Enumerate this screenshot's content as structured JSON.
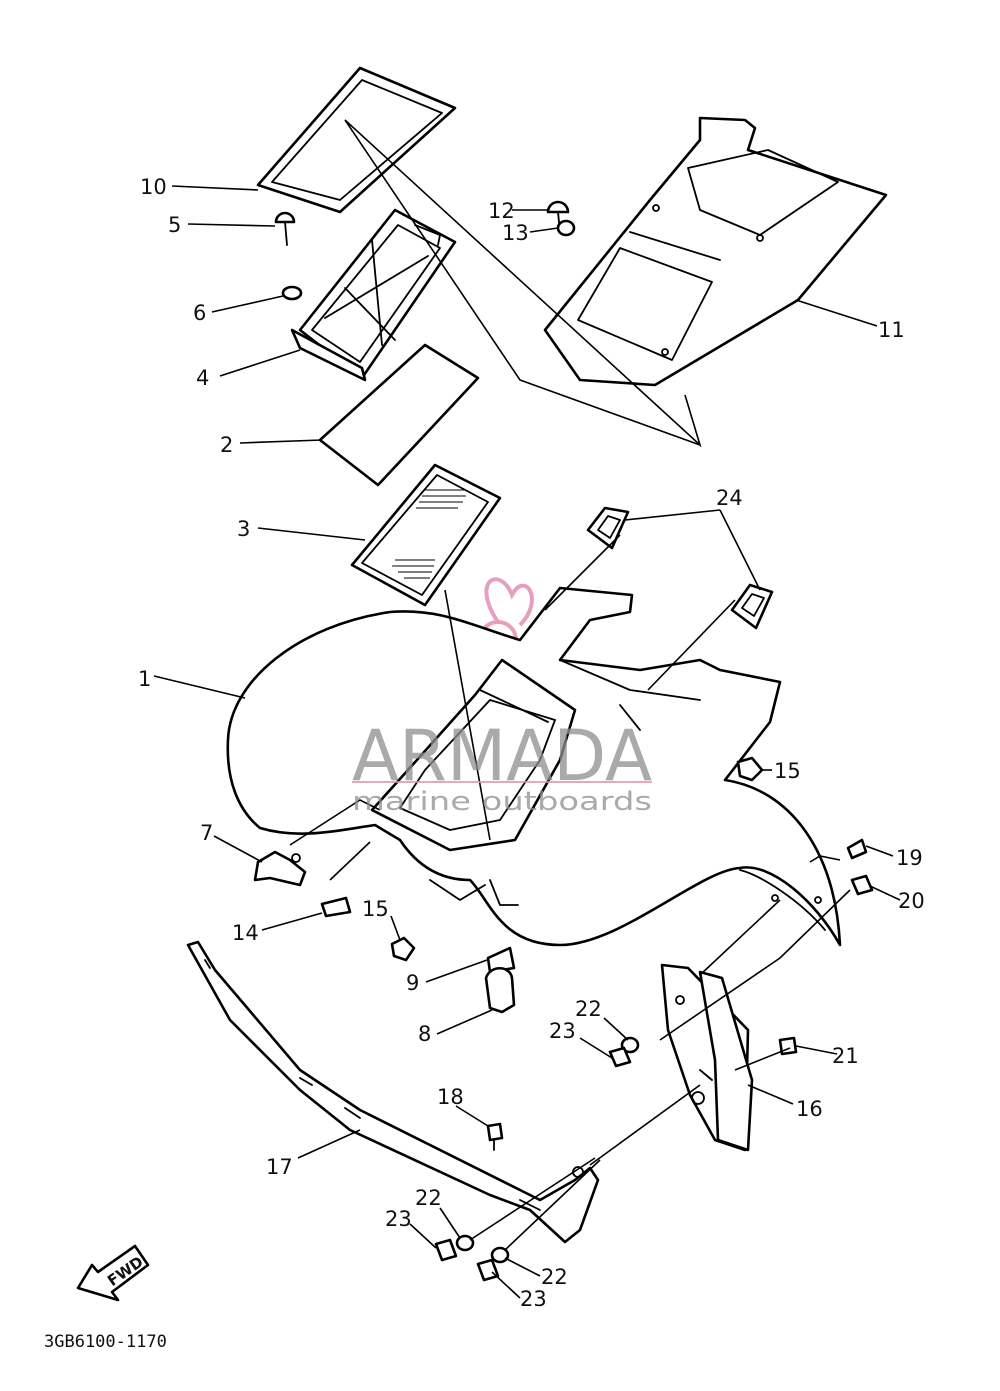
{
  "diagram": {
    "drawing_code": "3GB6100-1170",
    "fwd_label": "FWD",
    "watermark": {
      "brand": "ARMADA",
      "tagline": "marine outboards",
      "logo_color": "#e48fb4"
    },
    "callouts": [
      {
        "id": "c1",
        "label": "1"
      },
      {
        "id": "c2",
        "label": "2"
      },
      {
        "id": "c3",
        "label": "3"
      },
      {
        "id": "c4",
        "label": "4"
      },
      {
        "id": "c5",
        "label": "5"
      },
      {
        "id": "c6",
        "label": "6"
      },
      {
        "id": "c7",
        "label": "7"
      },
      {
        "id": "c8",
        "label": "8"
      },
      {
        "id": "c9",
        "label": "9"
      },
      {
        "id": "c10",
        "label": "10"
      },
      {
        "id": "c11",
        "label": "11"
      },
      {
        "id": "c12",
        "label": "12"
      },
      {
        "id": "c13",
        "label": "13"
      },
      {
        "id": "c14",
        "label": "14"
      },
      {
        "id": "c15a",
        "label": "15"
      },
      {
        "id": "c15b",
        "label": "15"
      },
      {
        "id": "c16",
        "label": "16"
      },
      {
        "id": "c17",
        "label": "17"
      },
      {
        "id": "c18",
        "label": "18"
      },
      {
        "id": "c19",
        "label": "19"
      },
      {
        "id": "c20",
        "label": "20"
      },
      {
        "id": "c21",
        "label": "21"
      },
      {
        "id": "c22a",
        "label": "22"
      },
      {
        "id": "c23a",
        "label": "23"
      },
      {
        "id": "c22b",
        "label": "22"
      },
      {
        "id": "c23b",
        "label": "23"
      },
      {
        "id": "c22c",
        "label": "22"
      },
      {
        "id": "c23c",
        "label": "23"
      },
      {
        "id": "c24",
        "label": "24"
      }
    ]
  }
}
